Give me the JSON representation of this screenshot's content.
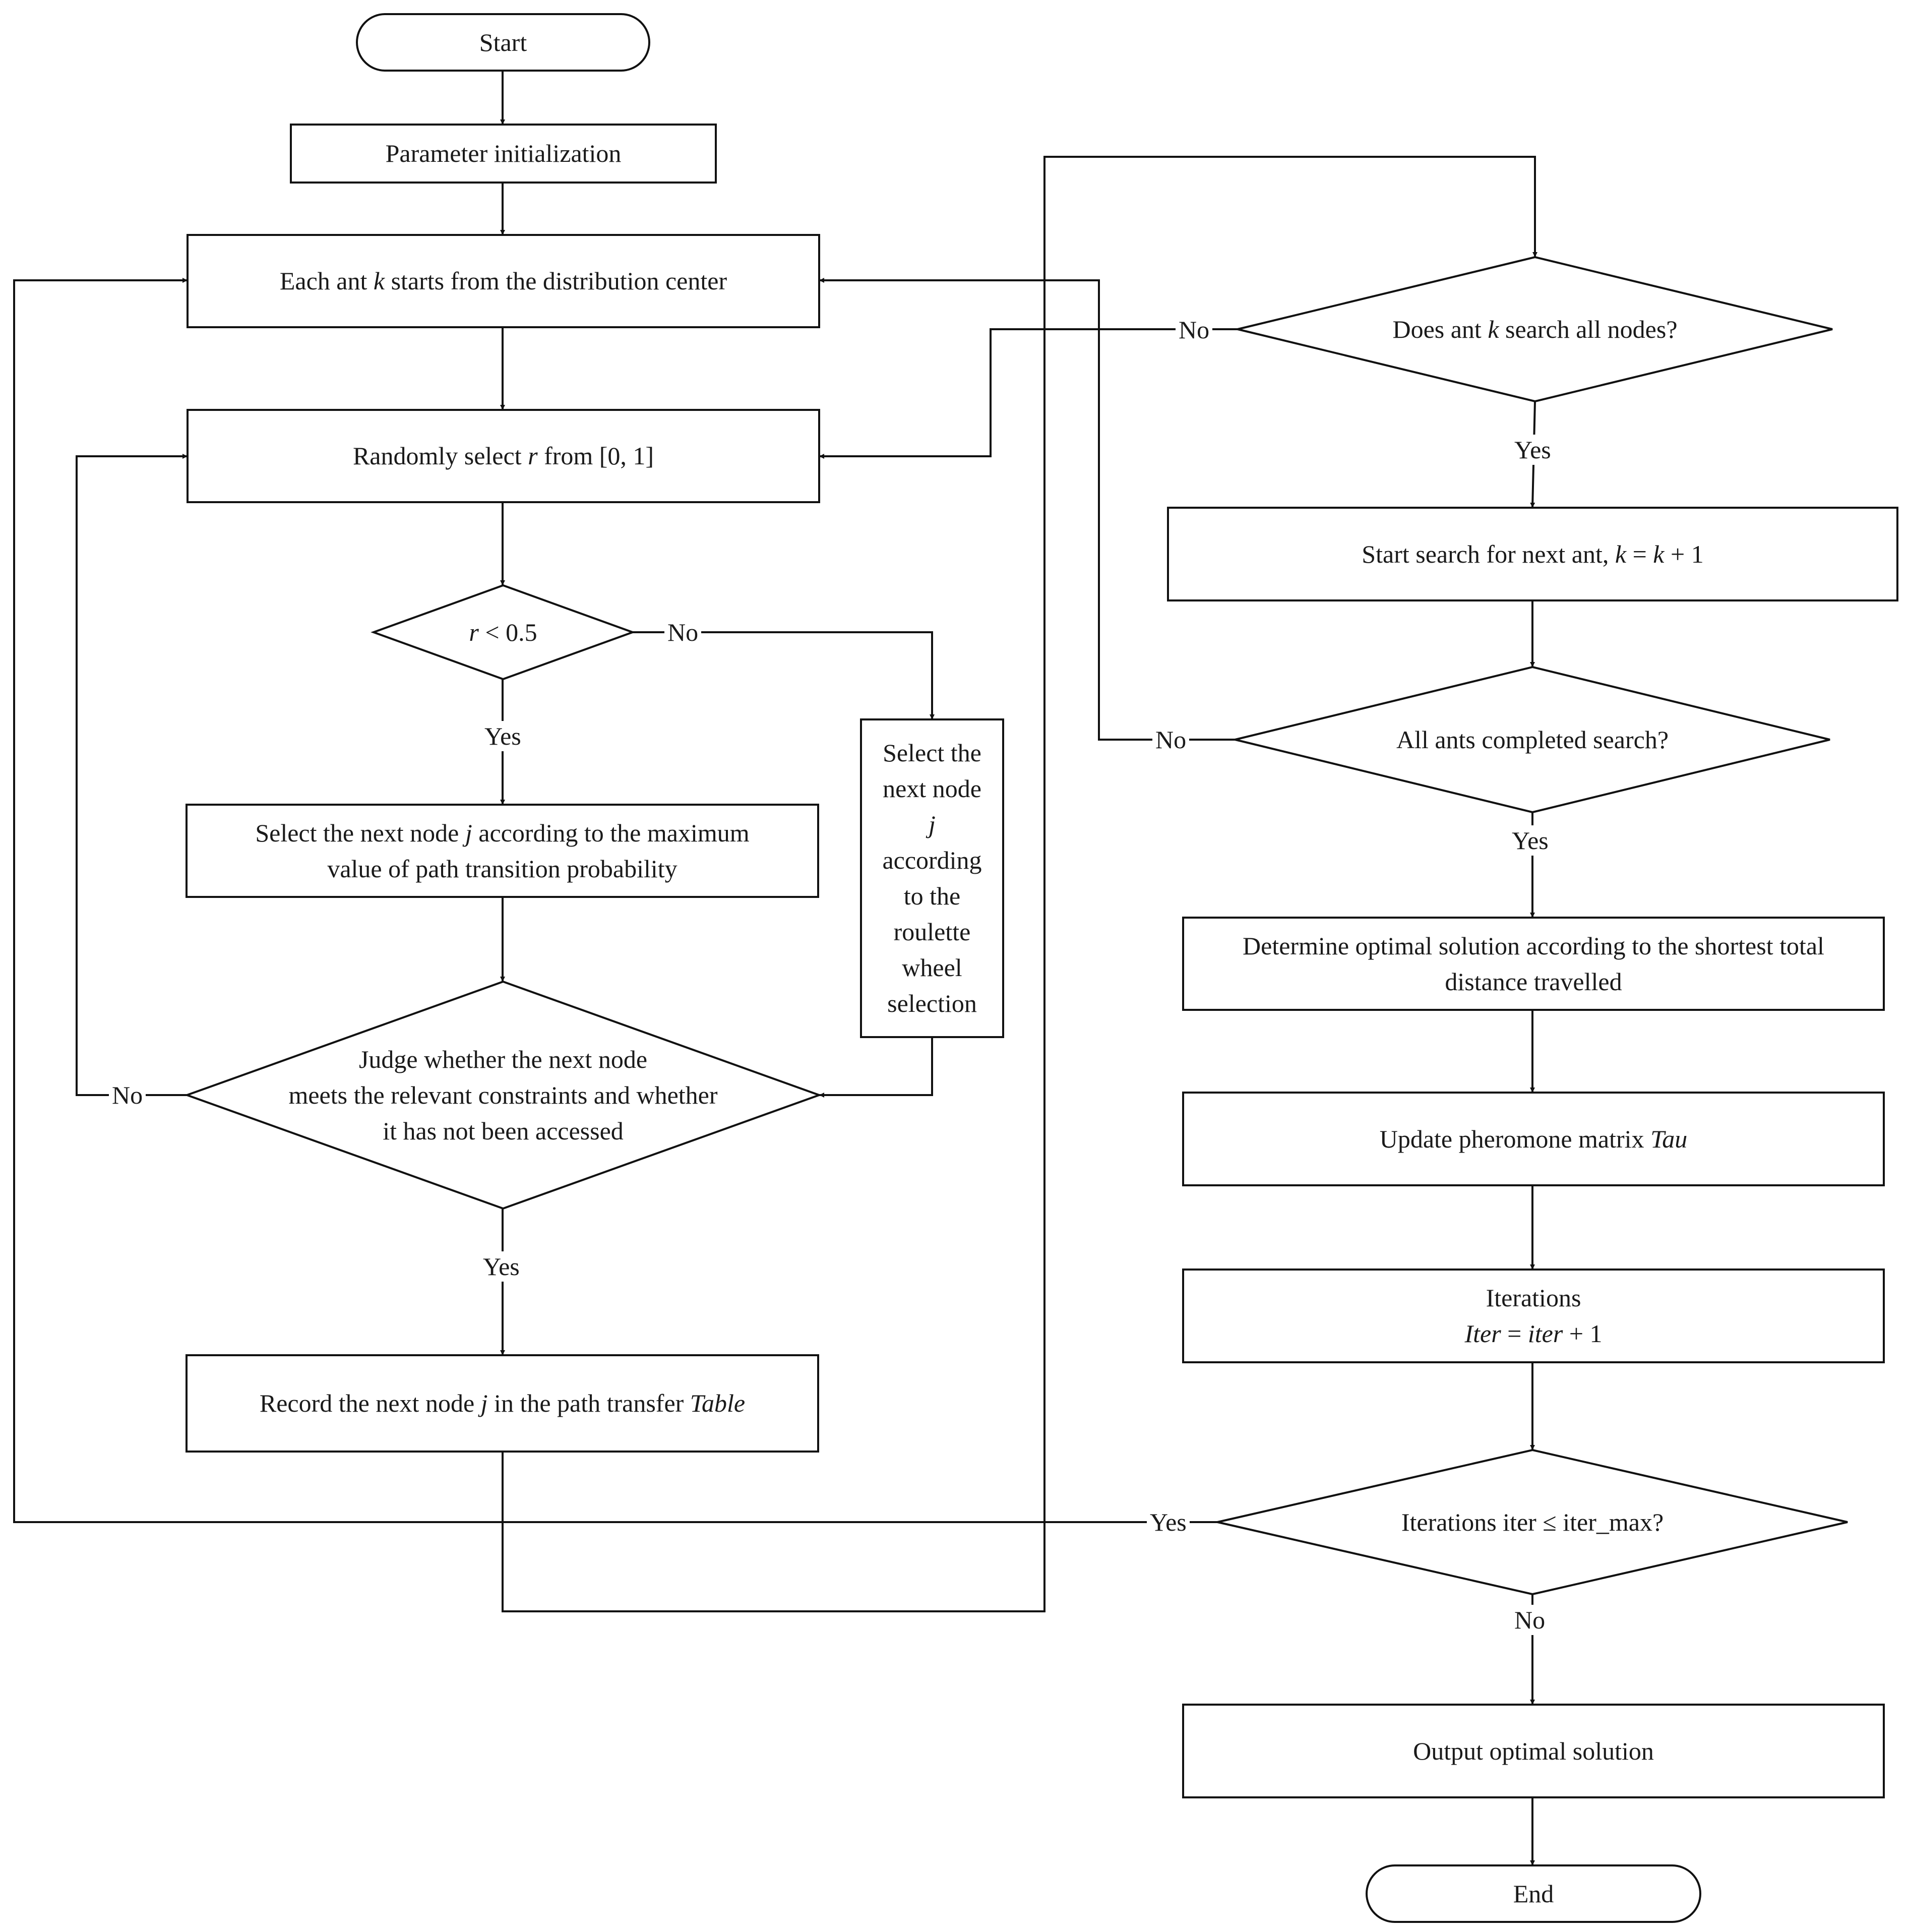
{
  "nodes": {
    "start": "Start",
    "param_init": "Parameter initialization",
    "ant_start": {
      "pre": "Each ant ",
      "var": "k",
      "post": " starts from the distribution center"
    },
    "random_select": {
      "pre": "Randomly select ",
      "var": "r",
      "post": " from [0, 1]"
    },
    "r_check": {
      "var": "r",
      "post": " < 0.5"
    },
    "select_max": {
      "pre": "Select the next node ",
      "var": "j",
      "post1": " according to the maximum",
      "line2": "value of path transition probability"
    },
    "roulette": {
      "line1": "Select the",
      "line2": "next node",
      "var": "j",
      "line4": "according",
      "line5": "to the",
      "line6": "roulette",
      "line7": "wheel",
      "line8": "selection"
    },
    "judge": {
      "line1": "Judge whether the next node",
      "line2": "meets the relevant constraints and whether",
      "line3": "it has not been accessed"
    },
    "record": {
      "pre": "Record the next node ",
      "var": "j",
      "mid": " in the path transfer ",
      "var2": "Table"
    },
    "search_all": {
      "pre": "Does ant ",
      "var": "k",
      "post": " search all nodes?"
    },
    "next_ant": {
      "pre": "Start search for next ant, ",
      "var": "k",
      "mid": " = ",
      "var2": "k",
      "post": " + 1"
    },
    "all_done": "All ants completed search?",
    "optimal": {
      "line1": "Determine optimal solution according to the shortest total",
      "line2": "distance travelled"
    },
    "update": {
      "pre": "Update pheromone matrix ",
      "var": "Tau"
    },
    "iterations": {
      "line1": "Iterations",
      "var": "Iter",
      "mid": " = ",
      "var2": "iter",
      "post": " + 1"
    },
    "iter_check": "Iterations iter ≤ iter_max?",
    "output": "Output optimal solution",
    "end": "End"
  },
  "edge_labels": {
    "r_no": "No",
    "r_yes": "Yes",
    "judge_no": "No",
    "judge_yes": "Yes",
    "search_no": "No",
    "search_yes": "Yes",
    "all_no": "No",
    "all_yes": "Yes",
    "iter_yes": "Yes",
    "iter_no": "No"
  }
}
